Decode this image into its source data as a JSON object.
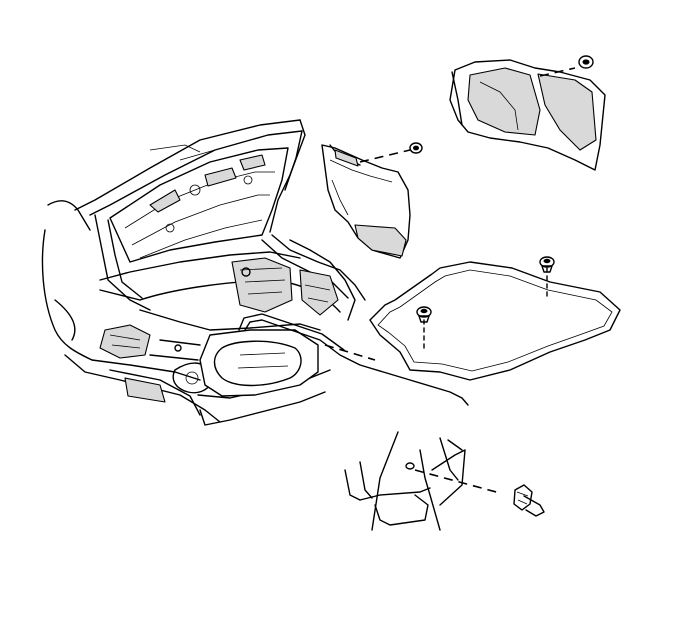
{
  "diagram": {
    "type": "exploded-view",
    "components": [
      {
        "id": "vehicle-rear-body",
        "icon": "car-rear-trunk-open"
      },
      {
        "id": "trunk-side-trim-left",
        "icon": "trim-panel"
      },
      {
        "id": "trunk-side-trim-right",
        "icon": "trim-panel"
      },
      {
        "id": "trunk-floor-trim",
        "icon": "floor-mat"
      },
      {
        "id": "retainer-clips",
        "icon": "push-pin-fastener",
        "count": 5
      },
      {
        "id": "detail-view-clip",
        "icon": "fastener-detail"
      }
    ],
    "colors": {
      "line": "#000000",
      "shade": "#d9d9d9",
      "background": "#ffffff"
    }
  }
}
